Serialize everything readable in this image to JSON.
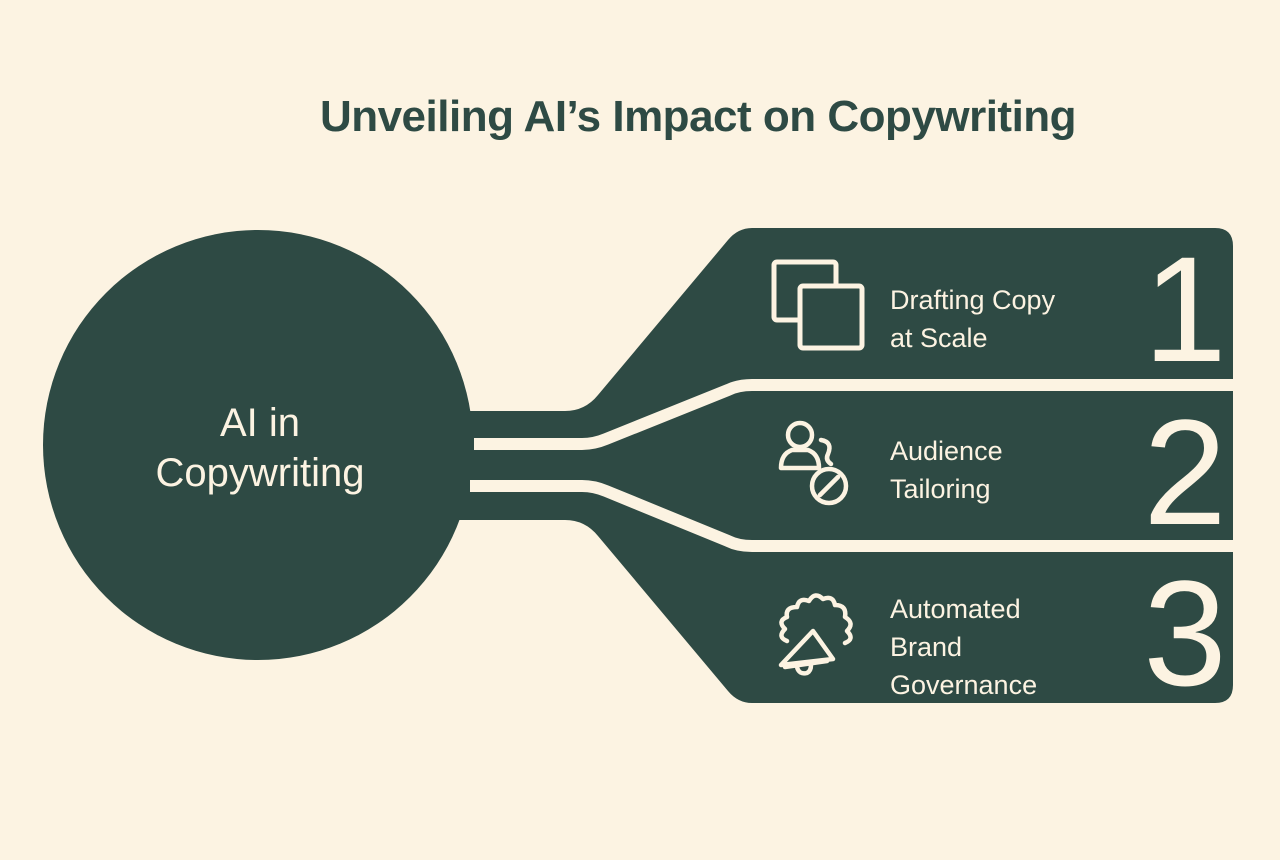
{
  "title": "Unveiling AI’s Impact on Copywriting",
  "hub": {
    "line1": "AI in",
    "line2": "Copywriting"
  },
  "items": [
    {
      "number": "1",
      "line1": "Drafting Copy",
      "line2": "at Scale",
      "icon": "copy-icon"
    },
    {
      "number": "2",
      "line1": "Audience",
      "line2": "Tailoring",
      "icon": "audience-block-icon"
    },
    {
      "number": "3",
      "line1": "Automated",
      "line2": "Brand",
      "line3": "Governance",
      "icon": "megaphone-badge-icon"
    }
  ],
  "colors": {
    "background": "#fcf3e2",
    "primary": "#2e4a44"
  }
}
